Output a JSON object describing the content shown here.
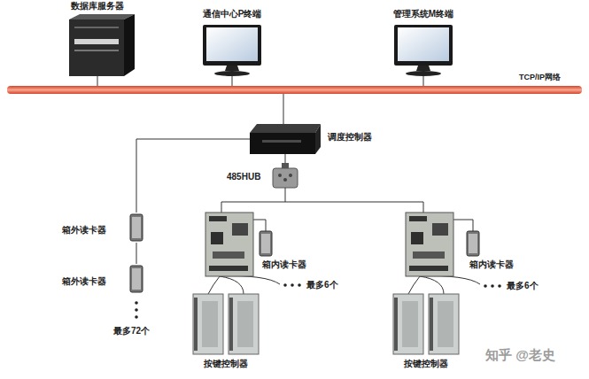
{
  "diagram": {
    "nodes": [
      {
        "text": [
          "数据库服务器"
        ]
      },
      {
        "text": [
          "通信中心P终端"
        ]
      },
      {
        "text": [
          "管理系统M终端"
        ]
      },
      {
        "text": [
          "TCP/IP网络"
        ]
      },
      {
        "text": [
          "调度控制器"
        ]
      },
      {
        "text": [
          "485HUB"
        ]
      },
      {
        "text": [
          "箱外读卡器"
        ]
      },
      {
        "text": [
          "箱外读卡器"
        ]
      },
      {
        "text": [
          "箱内读卡器"
        ]
      },
      {
        "text": [
          "按键控制器"
        ]
      },
      {
        "text": [
          "箱内读卡器"
        ]
      },
      {
        "text": [
          "按键控制器"
        ]
      }
    ],
    "edges": [
      {
        "from": 0,
        "to": 3,
        "arrow": "none"
      },
      {
        "from": 1,
        "to": 3,
        "arrow": "none"
      },
      {
        "from": 2,
        "to": 3,
        "arrow": "none"
      },
      {
        "from": 3,
        "to": 4,
        "arrow": "none"
      },
      {
        "from": 4,
        "to": 5,
        "arrow": "none"
      },
      {
        "from": 4,
        "to": 6,
        "arrow": "none"
      },
      {
        "from": 6,
        "to": 7,
        "arrow": "none"
      }
    ],
    "labels": [
      "最多72个",
      "最多6个",
      "最多6个",
      "知乎 @老史"
    ]
  }
}
